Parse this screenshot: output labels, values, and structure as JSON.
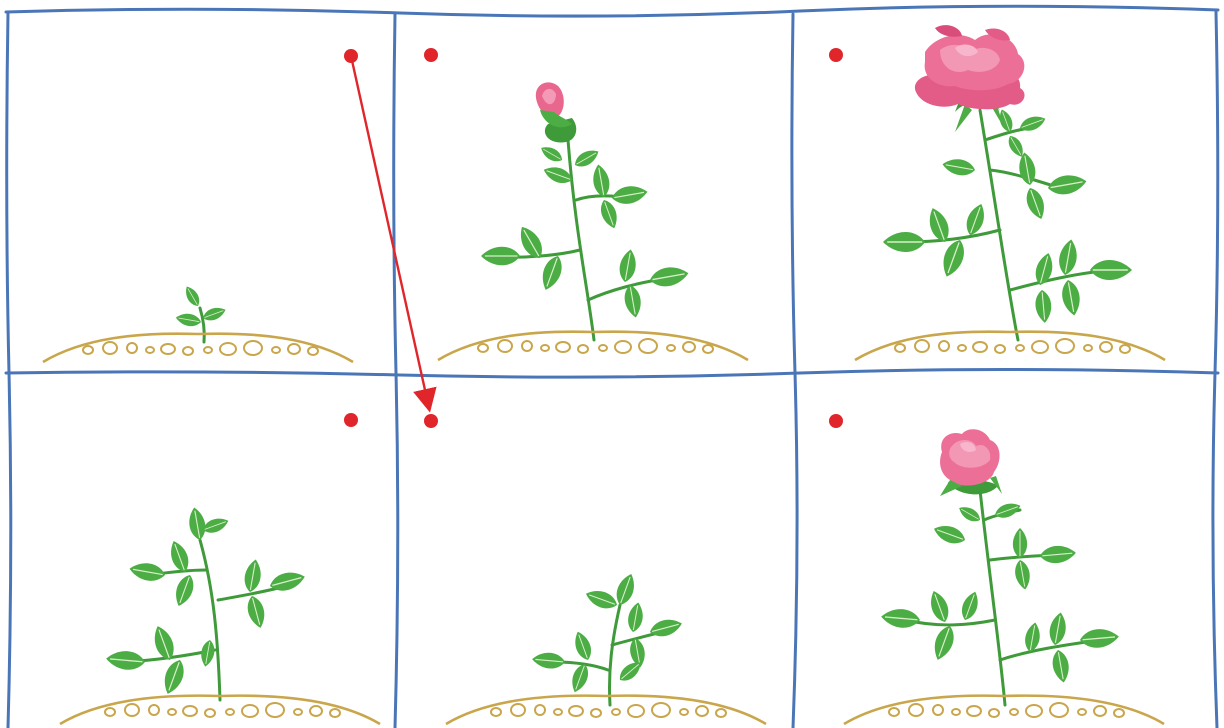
{
  "diagram": {
    "panels": [
      {
        "id": "panel-1",
        "stage": "seedling",
        "marker": true
      },
      {
        "id": "panel-2",
        "stage": "bud",
        "marker": true
      },
      {
        "id": "panel-3",
        "stage": "full-bloom",
        "marker": true
      },
      {
        "id": "panel-4",
        "stage": "leafy-plant",
        "marker": true
      },
      {
        "id": "panel-5",
        "stage": "young-plant",
        "marker": true
      },
      {
        "id": "panel-6",
        "stage": "opening-flower",
        "marker": true
      }
    ],
    "arrow": {
      "from": "panel-1",
      "to": "panel-5"
    },
    "colors": {
      "grid": "#4a76b8",
      "marker": "#e0262b",
      "leaf": "#4cad45",
      "stem": "#3f9a3a",
      "soil": "#c9a64b",
      "petal": "#ec6f97"
    },
    "icons": [
      "red-dot-marker",
      "arrow",
      "rose-plant",
      "soil-mound"
    ]
  }
}
